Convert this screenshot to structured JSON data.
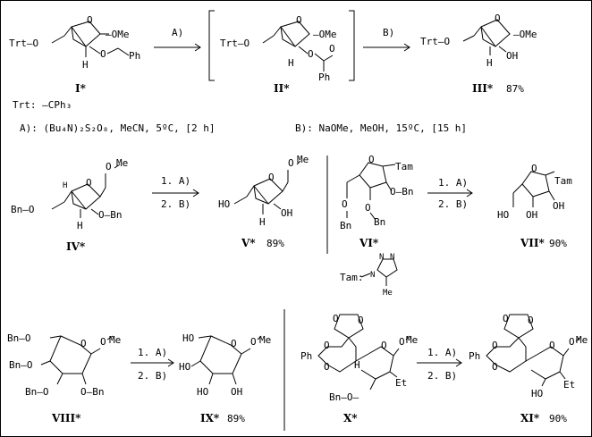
{
  "labels": {
    "c1": "I*",
    "c2": "II*",
    "c3": "III*",
    "c3_yield": "87%",
    "c4": "IV*",
    "c5": "V*",
    "c5_yield": "89%",
    "c6": "VI*",
    "c7": "VII*",
    "c7_yield": "90%",
    "c8": "VIII*",
    "c9": "IX*",
    "c9_yield": "89%",
    "c10": "X*",
    "c11": "XI*",
    "c11_yield": "90%"
  },
  "arrows": {
    "a1": "A)",
    "a2": "B)",
    "s1": "1. A)",
    "s2": "2. B)"
  },
  "notes": {
    "trt": "Trt: —CPh₃",
    "condA": "A): (Bu₄N)₂S₂O₈,  MeCN, 5ºC, [2 h]",
    "condB": "B): NaOMe,  MeOH, 15ºC, [15 h]",
    "tam": "Tam:",
    "me": "Me"
  },
  "groups": {
    "trto": "Trt—O",
    "ome": "—OMe",
    "o": "O",
    "h": "H",
    "ph": "Ph",
    "oh": "OH",
    "bno": "Bn—O",
    "obn": "O—Bn",
    "bn": "Bn",
    "me": "Me",
    "tam": "Tam",
    "ho": "HO",
    "n": "N",
    "et": "Et",
    "bnoc": "Bn—O—"
  }
}
